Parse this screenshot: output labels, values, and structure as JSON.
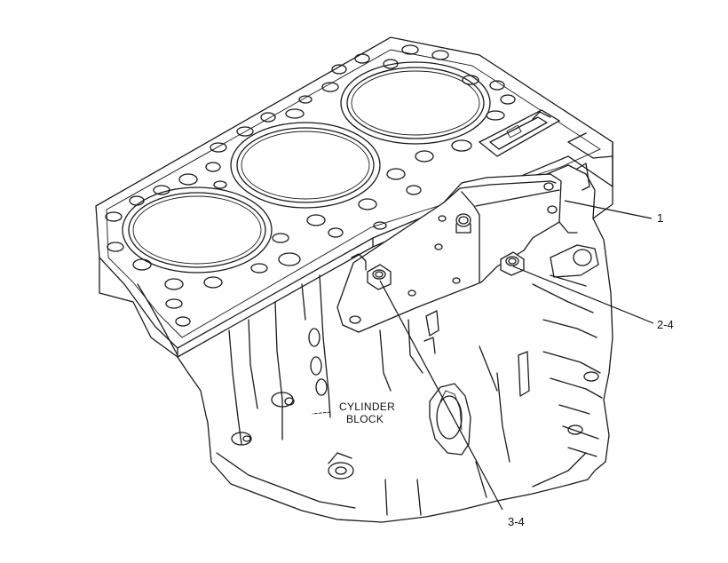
{
  "diagram": {
    "callouts": [
      {
        "id": "1",
        "text": "1"
      },
      {
        "id": "2-4",
        "text": "2-4"
      },
      {
        "id": "3-4",
        "text": "3-4"
      }
    ],
    "part_label": {
      "line1": "CYLINDER",
      "line2": "BLOCK"
    }
  }
}
